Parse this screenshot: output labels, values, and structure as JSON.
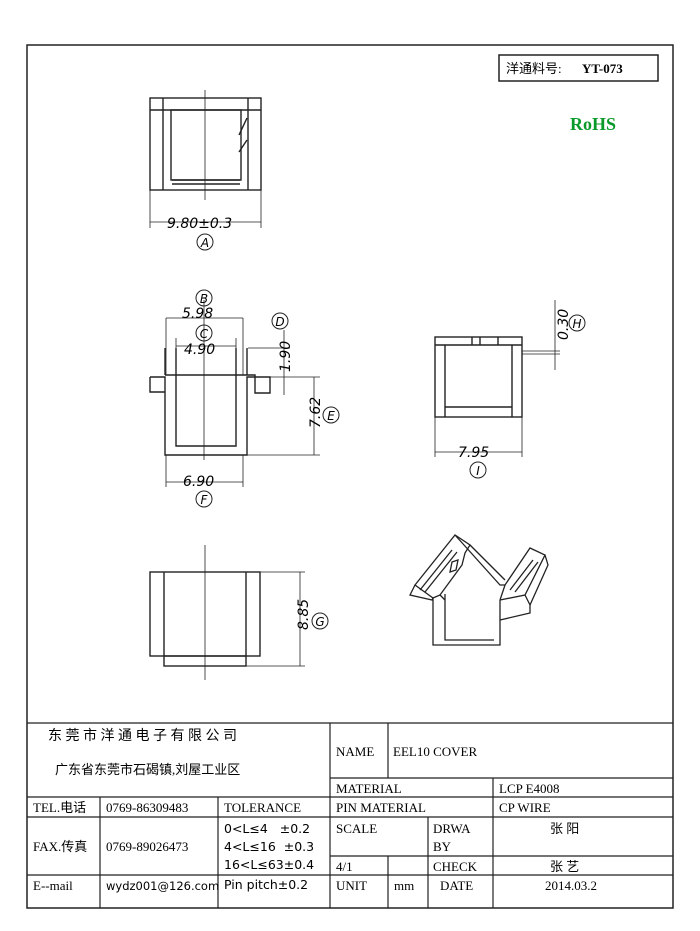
{
  "part_number": {
    "label": "洋通料号:",
    "value": "YT-073"
  },
  "rohs": {
    "text": "RoHS",
    "color": "#0a9a2a"
  },
  "dimensions": {
    "a": "9.80±0.3",
    "a_tag": "A",
    "b": "5.98",
    "b_tag": "B",
    "c": "4.90",
    "c_tag": "C",
    "d": "1.90",
    "d_tag": "D",
    "e": "7.62",
    "e_tag": "E",
    "f": "6.90",
    "f_tag": "F",
    "g": "8.85",
    "g_tag": "G",
    "h": "0.30",
    "h_tag": "H",
    "i": "7.95",
    "i_tag": "I"
  },
  "title_block": {
    "company": "东 莞 市 洋 通 电 子 有 限 公 司",
    "address": "广东省东莞市石碣镇,刘屋工业区",
    "tel_label": "TEL.电话",
    "tel": "0769-86309483",
    "fax_label": "FAX.传真",
    "fax": "0769-89026473",
    "email_label": "E--mail",
    "email": "wydz001@126.com",
    "tolerance_label": "TOLERANCE",
    "tol_1": "0<L≤4   ±0.2",
    "tol_2": "4<L≤16  ±0.3",
    "tol_3": "16<L≤63±0.4",
    "tol_4": "Pin pitch±0.2",
    "name_label": "NAME",
    "name": "EEL10 COVER",
    "material_label": "MATERIAL",
    "material": "LCP    E4008",
    "pin_material_label": "PIN MATERIAL",
    "pin_material": "CP WIRE",
    "scale_label": "SCALE",
    "scale": "4/1",
    "drawn_by_label_1": "DRWA",
    "drawn_by_label_2": "BY",
    "drawn_by": "张 阳",
    "check_label": "CHECK",
    "checked_by": "张 艺",
    "unit_label": "UNIT",
    "unit": "mm",
    "date_label": "DATE",
    "date": "2014.03.2"
  }
}
